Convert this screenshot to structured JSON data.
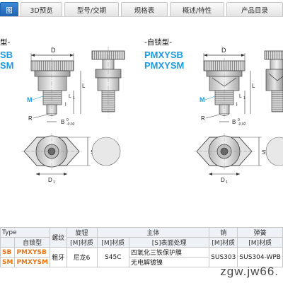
{
  "tabs": [
    {
      "label": "图",
      "active": true
    },
    {
      "label": "3D预览",
      "active": false
    },
    {
      "label": "型号/交期",
      "active": false
    },
    {
      "label": "规格表",
      "active": false
    },
    {
      "label": "概述/特性",
      "active": false
    },
    {
      "label": "产品目录",
      "active": false
    }
  ],
  "left_section": {
    "title_suffix": "型-",
    "models": [
      "SB",
      "SM"
    ]
  },
  "right_section": {
    "title": "-自锁型-",
    "models": [
      "PMXYSB",
      "PMXYSM"
    ]
  },
  "drawing_labels": {
    "D": "D",
    "D1": "D",
    "M": "M",
    "R": "R",
    "B": "B",
    "L": "L",
    "L1": "L",
    "SW": "SW",
    "l": "l",
    "tol": "-0.02",
    "zero": "0",
    "sub1": "1"
  },
  "table": {
    "header1": {
      "type": "Type",
      "thread": "螺纹",
      "knob": "旋钮",
      "body": "主体",
      "pin": "销",
      "spring": "弹簧"
    },
    "header2": {
      "self_lock": "自锁型",
      "knob_mat": "[M]材质",
      "body_mat": "[M]材质",
      "body_surf": "[S]表面处理",
      "pin_mat": "[M]材质",
      "spring_mat": "[M]材质"
    },
    "row1": {
      "type_left": "SB",
      "type_right": "PMXYSB",
      "thread": "粗牙",
      "knob": "尼龙6",
      "body_mat": "S45C",
      "body_surf": "四氧化三铁保护膜",
      "pin": "SUS303",
      "spring": "SUS304-WPB"
    },
    "row2": {
      "type_left": "SM",
      "type_right": "PMXYSM",
      "body_surf": "无电解镀镍"
    }
  },
  "watermark": "zgw.jw66."
}
